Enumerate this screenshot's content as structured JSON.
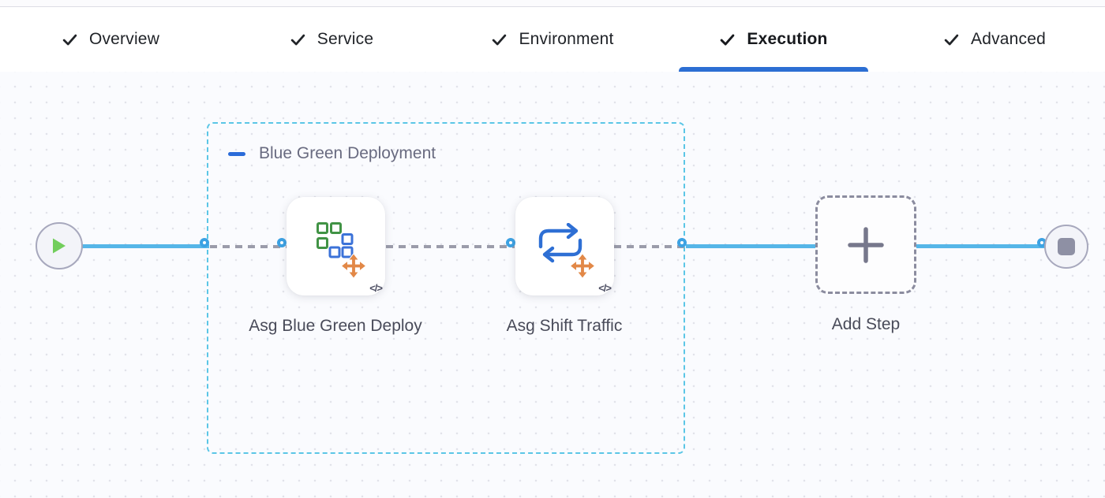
{
  "header": {
    "tabs": [
      {
        "label": "Overview",
        "state": "completed"
      },
      {
        "label": "Service",
        "state": "completed"
      },
      {
        "label": "Environment",
        "state": "completed"
      },
      {
        "label": "Execution",
        "state": "active"
      },
      {
        "label": "Advanced",
        "state": "completed"
      }
    ]
  },
  "pipeline": {
    "group": {
      "label": "Blue Green Deployment",
      "collapse_icon": "minus-icon"
    },
    "steps": [
      {
        "label": "Asg Blue Green Deploy",
        "icon": "asg-blue-green-deploy-icon",
        "badge": "</>"
      },
      {
        "label": "Asg Shift Traffic",
        "icon": "asg-shift-traffic-icon",
        "badge": "</>"
      }
    ],
    "add_step": {
      "label": "Add Step",
      "icon": "plus-icon"
    },
    "start_node": {
      "icon": "play-icon"
    },
    "end_node": {
      "icon": "stop-icon"
    }
  },
  "colors": {
    "active_tab_underline": "#2c6ed3",
    "connector_blue": "#56b6e8",
    "connector_dot_ring": "#3ca2e3",
    "dashed_connector_gray": "#9b9caa",
    "group_border_teal": "#5bc6e6",
    "collapse_bar_blue": "#2b6cd9",
    "play_green": "#72ce5c",
    "move_arrows_orange": "#e28847",
    "square_green": "#419345",
    "square_blue": "#3b72d8"
  }
}
